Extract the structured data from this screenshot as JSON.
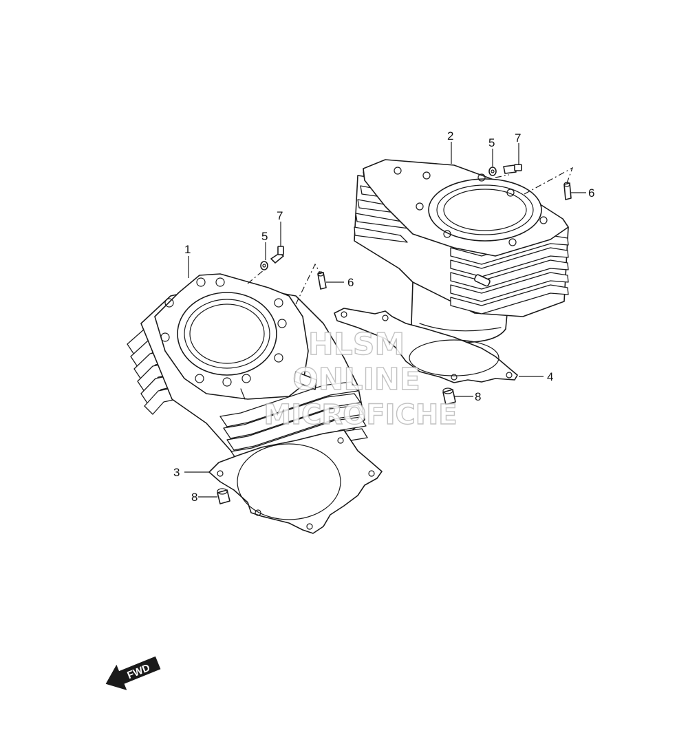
{
  "callouts": [
    {
      "id": "1",
      "label": "1"
    },
    {
      "id": "2",
      "label": "2"
    },
    {
      "id": "3",
      "label": "3"
    },
    {
      "id": "4",
      "label": "4"
    },
    {
      "id": "5a",
      "label": "5"
    },
    {
      "id": "5b",
      "label": "5"
    },
    {
      "id": "6a",
      "label": "6"
    },
    {
      "id": "6b",
      "label": "6"
    },
    {
      "id": "7a",
      "label": "7"
    },
    {
      "id": "7b",
      "label": "7"
    },
    {
      "id": "8a",
      "label": "8"
    },
    {
      "id": "8b",
      "label": "8"
    }
  ],
  "watermark": {
    "line1": "HLSM",
    "line2": "ONLINE",
    "line3": "MICROFICHE",
    "color": "#b8b8b8"
  },
  "fwd_arrow": {
    "label": "FWD",
    "icon": "fwd-arrow-icon",
    "color": "#1a1a1a"
  }
}
